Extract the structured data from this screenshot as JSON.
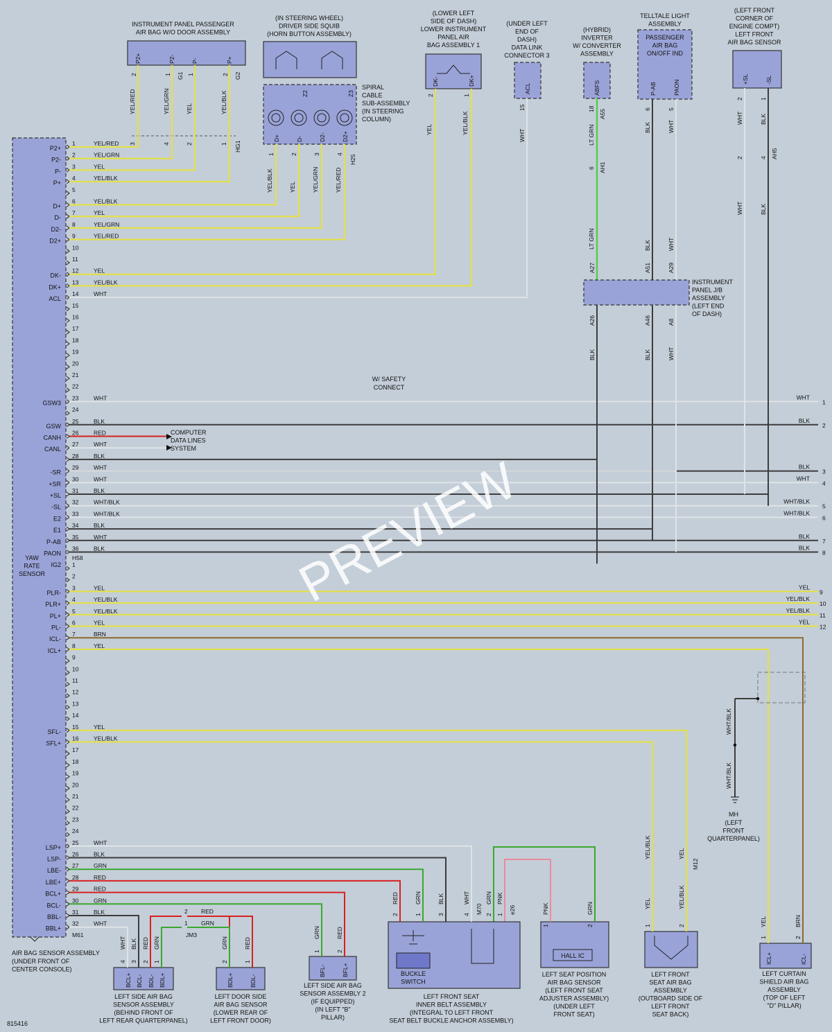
{
  "diagram_id": "815416",
  "watermark": "PREVIEW",
  "colors": {
    "background": "#c4ced8",
    "component_fill": "#9aa3d8",
    "YEL": "#e6e13c",
    "GRN": "#3aa82e",
    "RED": "#d82020",
    "BLK": "#3c3c3c",
    "WHT": "#dfe3e6",
    "BRN": "#8a6a2a",
    "PNK": "#e98b9b",
    "LTGRN": "#55d04a"
  },
  "main_module": {
    "name": "AIR BAG SENSOR ASSEMBLY",
    "location": [
      "(UNDER FRONT OF",
      "CENTER CONSOLE)"
    ],
    "connector_a": "H58",
    "connector_b": "M61",
    "yaw_label": [
      "YAW",
      "RATE",
      "SENSOR"
    ]
  },
  "pins_a": [
    {
      "n": "1",
      "label": "P2+",
      "wire": "YEL/RED"
    },
    {
      "n": "2",
      "label": "P2-",
      "wire": "YEL/GRN"
    },
    {
      "n": "3",
      "label": "P-",
      "wire": "YEL"
    },
    {
      "n": "4",
      "label": "P+",
      "wire": "YEL/BLK"
    },
    {
      "n": "5",
      "label": "",
      "wire": ""
    },
    {
      "n": "6",
      "label": "D+",
      "wire": "YEL/BLK"
    },
    {
      "n": "7",
      "label": "D-",
      "wire": "YEL"
    },
    {
      "n": "8",
      "label": "D2-",
      "wire": "YEL/GRN"
    },
    {
      "n": "9",
      "label": "D2+",
      "wire": "YEL/RED"
    },
    {
      "n": "10",
      "label": "",
      "wire": ""
    },
    {
      "n": "11",
      "label": "",
      "wire": ""
    },
    {
      "n": "12",
      "label": "DK-",
      "wire": "YEL"
    },
    {
      "n": "13",
      "label": "DK+",
      "wire": "YEL/BLK"
    },
    {
      "n": "14",
      "label": "ACL",
      "wire": "WHT"
    },
    {
      "n": "15",
      "label": "",
      "wire": ""
    },
    {
      "n": "16",
      "label": "",
      "wire": ""
    },
    {
      "n": "17",
      "label": "",
      "wire": ""
    },
    {
      "n": "18",
      "label": "",
      "wire": ""
    },
    {
      "n": "19",
      "label": "",
      "wire": ""
    },
    {
      "n": "20",
      "label": "",
      "wire": ""
    },
    {
      "n": "21",
      "label": "",
      "wire": ""
    },
    {
      "n": "22",
      "label": "",
      "wire": ""
    },
    {
      "n": "23",
      "label": "GSW3",
      "wire": "WHT"
    },
    {
      "n": "24",
      "label": "",
      "wire": ""
    },
    {
      "n": "25",
      "label": "GSW",
      "wire": "BLK"
    },
    {
      "n": "26",
      "label": "CANH",
      "wire": "RED"
    },
    {
      "n": "27",
      "label": "CANL",
      "wire": "WHT"
    },
    {
      "n": "28",
      "label": "",
      "wire": "BLK"
    },
    {
      "n": "29",
      "label": "-SR",
      "wire": "WHT"
    },
    {
      "n": "30",
      "label": "+SR",
      "wire": "WHT"
    },
    {
      "n": "31",
      "label": "+SL",
      "wire": "BLK"
    },
    {
      "n": "32",
      "label": "-SL",
      "wire": "WHT/BLK"
    },
    {
      "n": "33",
      "label": "E2",
      "wire": "WHT/BLK"
    },
    {
      "n": "34",
      "label": "E1",
      "wire": "BLK"
    },
    {
      "n": "35",
      "label": "P-AB",
      "wire": "WHT"
    },
    {
      "n": "36",
      "label": "PAON",
      "wire": "BLK"
    },
    {
      "n": "",
      "label": "IG2",
      "wire": ""
    }
  ],
  "pins_b": [
    {
      "n": "1",
      "label": "",
      "wire": ""
    },
    {
      "n": "2",
      "label": "",
      "wire": ""
    },
    {
      "n": "3",
      "label": "PLR-",
      "wire": "YEL"
    },
    {
      "n": "4",
      "label": "PLR+",
      "wire": "YEL/BLK"
    },
    {
      "n": "5",
      "label": "PL+",
      "wire": "YEL/BLK"
    },
    {
      "n": "6",
      "label": "PL-",
      "wire": "YEL"
    },
    {
      "n": "7",
      "label": "ICL-",
      "wire": "BRN"
    },
    {
      "n": "8",
      "label": "ICL+",
      "wire": "YEL"
    },
    {
      "n": "9",
      "label": "",
      "wire": ""
    },
    {
      "n": "10",
      "label": "",
      "wire": ""
    },
    {
      "n": "11",
      "label": "",
      "wire": ""
    },
    {
      "n": "12",
      "label": "",
      "wire": ""
    },
    {
      "n": "13",
      "label": "",
      "wire": ""
    },
    {
      "n": "14",
      "label": "",
      "wire": ""
    },
    {
      "n": "15",
      "label": "SFL-",
      "wire": "YEL"
    },
    {
      "n": "16",
      "label": "SFL+",
      "wire": "YEL/BLK"
    },
    {
      "n": "17",
      "label": "",
      "wire": ""
    },
    {
      "n": "18",
      "label": "",
      "wire": ""
    },
    {
      "n": "19",
      "label": "",
      "wire": ""
    },
    {
      "n": "20",
      "label": "",
      "wire": ""
    },
    {
      "n": "21",
      "label": "",
      "wire": ""
    },
    {
      "n": "22",
      "label": "",
      "wire": ""
    },
    {
      "n": "23",
      "label": "",
      "wire": ""
    },
    {
      "n": "24",
      "label": "",
      "wire": ""
    },
    {
      "n": "25",
      "label": "LSP+",
      "wire": "WHT"
    },
    {
      "n": "26",
      "label": "LSP-",
      "wire": "BLK"
    },
    {
      "n": "27",
      "label": "LBE-",
      "wire": "GRN"
    },
    {
      "n": "28",
      "label": "LBE+",
      "wire": "RED"
    },
    {
      "n": "29",
      "label": "BCL+",
      "wire": "RED"
    },
    {
      "n": "30",
      "label": "BCL-",
      "wire": "GRN"
    },
    {
      "n": "31",
      "label": "BBL-",
      "wire": "BLK"
    },
    {
      "n": "32",
      "label": "BBL+",
      "wire": "WHT"
    }
  ],
  "right_edge": [
    {
      "n": "1",
      "wire": "WHT"
    },
    {
      "n": "2",
      "wire": "BLK"
    },
    {
      "n": "3",
      "wire": "BLK"
    },
    {
      "n": "4",
      "wire": "WHT"
    },
    {
      "n": "5",
      "wire": "WHT/BLK"
    },
    {
      "n": "6",
      "wire": "WHT/BLK"
    },
    {
      "n": "7",
      "wire": "BLK"
    },
    {
      "n": "8",
      "wire": "BLK"
    },
    {
      "n": "9",
      "wire": "YEL"
    },
    {
      "n": "10",
      "wire": "YEL/BLK"
    },
    {
      "n": "11",
      "wire": "YEL/BLK"
    },
    {
      "n": "12",
      "wire": "YEL"
    }
  ],
  "notes": {
    "safety_connect": [
      "W/ SAFETY",
      "CONNECT"
    ],
    "can": [
      "COMPUTER",
      "DATA LINES",
      "SYSTEM"
    ]
  },
  "components": {
    "passenger": {
      "title": [
        "INSTRUMENT PANEL PASSENGER",
        "AIR BAG W/O DOOR ASSEMBLY"
      ],
      "pins": [
        "P2+",
        "P2-",
        "P-",
        "P+"
      ],
      "pin_nums": [
        "2",
        "1",
        "1",
        "2"
      ],
      "g1": "G1",
      "g2": "G2",
      "wires": [
        "YEL/RED",
        "YEL/GRN",
        "YEL",
        "YEL/BLK"
      ],
      "hg": "HG1",
      "hg_nums": [
        "3",
        "4",
        "2",
        "1"
      ]
    },
    "horn": {
      "title": [
        "(IN STEERING WHEEL)",
        "DRIVER SIDE SQUIB",
        "(HORN BUTTON ASSEMBLY)"
      ]
    },
    "spiral": {
      "title": [
        "SPIRAL",
        "CABLE",
        "SUB-ASSEMBLY",
        "(IN STEERING",
        "COLUMN)"
      ],
      "pins": [
        "D+",
        "D-",
        "D2-",
        "D2+"
      ],
      "z": [
        "Z2",
        "Z3"
      ],
      "wires": [
        "YEL/BLK",
        "YEL",
        "YEL/GRN",
        "YEL/RED"
      ],
      "connector": "H25",
      "nums": [
        "1",
        "2",
        "3",
        "4"
      ]
    },
    "knee": {
      "title": [
        "(LOWER LEFT",
        "SIDE OF DASH)",
        "LOWER INSTRUMENT",
        "PANEL AIR",
        "BAG ASSEMBLY 1"
      ],
      "pins": [
        "DK-",
        "DK+"
      ],
      "nums": [
        "2",
        "1"
      ],
      "wires": [
        "YEL",
        "YEL/BLK"
      ]
    },
    "dlc": {
      "title": [
        "(UNDER LEFT",
        "END OF",
        "DASH)",
        "DATA LINK",
        "CONNECTOR 3"
      ],
      "pin": "ACL",
      "num": "15",
      "wire": "WHT"
    },
    "inverter": {
      "title": [
        "(HYBRID)",
        "INVERTER",
        "W/ CONVERTER",
        "ASSEMBLY"
      ],
      "pin": "ABFS",
      "num": "18",
      "conn": "A55",
      "wire": "LT GRN",
      "conn2": "AH1",
      "num2": "6"
    },
    "telltale": {
      "title": [
        "TELLTALE LIGHT",
        "ASSEMBLY"
      ],
      "inner": [
        "PASSENGER",
        "AIR BAG",
        "ON/OFF IND"
      ],
      "pins": [
        "P-AB",
        "PAON"
      ],
      "nums": [
        "6",
        "5"
      ],
      "wires": [
        "BLK",
        "WHT"
      ]
    },
    "front_sensor": {
      "title": [
        "(LEFT FRONT",
        "CORNER OF",
        "ENGINE COMPT)",
        "LEFT FRONT",
        "AIR BAG SENSOR"
      ],
      "pins": [
        "+SL",
        "-SL"
      ],
      "nums": [
        "2",
        "1"
      ],
      "wires": [
        "WHT",
        "BLK"
      ],
      "conn": "AH5",
      "nums2": [
        "2",
        "4"
      ]
    },
    "jb": {
      "title": [
        "INSTRUMENT",
        "PANEL J/B",
        "ASSEMBLY",
        "(LEFT END",
        "OF DASH)"
      ],
      "top": [
        "A27",
        "A51",
        "A29"
      ],
      "bottom": [
        "A26",
        "A46",
        "A8"
      ],
      "wires_top": [
        "LT GRN",
        "BLK",
        "WHT"
      ],
      "wires_bottom": [
        "BLK",
        "BLK",
        "WHT"
      ]
    },
    "side_bag": {
      "title": [
        "LEFT SIDE AIR BAG",
        "SENSOR ASSEMBLY",
        "(BEHIND FRONT OF",
        "LEFT REAR QUARTERPANEL)"
      ],
      "pins": [
        "BCL+",
        "BCL-",
        "BDL-",
        "BDL+"
      ],
      "nums": [
        "4",
        "3",
        "2",
        "1"
      ],
      "wires": [
        "WHT",
        "BLK",
        "RED",
        "GRN"
      ]
    },
    "door_sensor": {
      "title": [
        "LEFT DOOR SIDE",
        "AIR BAG SENSOR",
        "(LOWER REAR OF",
        "LEFT FRONT DOOR)"
      ],
      "pins": [
        "BDL+",
        "BDL-"
      ],
      "nums": [
        "2",
        "1"
      ],
      "wires": [
        "GRN",
        "RED"
      ],
      "jm": "JM3",
      "jm_nums": [
        "2",
        "1"
      ],
      "jm_wires": [
        "RED",
        "GRN"
      ]
    },
    "side_bag2": {
      "title": [
        "LEFT SIDE AIR BAG",
        "SENSOR ASSEMBLY 2",
        "(IF EQUIPPED)",
        "(IN LEFT \"B\"",
        "PILLAR)"
      ],
      "pins": [
        "BFL-",
        "BFL+"
      ],
      "nums": [
        "1",
        "2"
      ],
      "wires": [
        "GRN",
        "RED"
      ]
    },
    "belt": {
      "title": [
        "LEFT FRONT SEAT",
        "INNER BELT ASSEMBLY",
        "(INTEGRAL TO LEFT FRONT",
        "SEAT BELT BUCKLE ANCHOR ASSEMBLY)"
      ],
      "buckle": [
        "BUCKLE",
        "SWITCH"
      ],
      "nums": [
        "2",
        "1",
        "3",
        "4",
        "2",
        "1"
      ],
      "wires": [
        "RED",
        "GRN",
        "BLK",
        "WHT",
        "GRN",
        "PNK"
      ],
      "conns": [
        "M70",
        "e26"
      ]
    },
    "seat_pos": {
      "title": [
        "LEFT SEAT POSITION",
        "AIR BAG SENSOR",
        "(LEFT FRONT SEAT",
        "ADJUSTER ASSEMBLY)",
        "(UNDER LEFT",
        "FRONT SEAT)"
      ],
      "ic": "HALL IC",
      "nums": [
        "1",
        "2"
      ],
      "wires": [
        "PNK",
        "GRN"
      ]
    },
    "seat_bag": {
      "title": [
        "LEFT FRONT",
        "SEAT AIR BAG",
        "ASSEMBLY",
        "(OUTBOARD SIDE OF",
        "LEFT FRONT",
        "SEAT BACK)"
      ],
      "nums": [
        "1",
        "2"
      ],
      "wires": [
        "YEL",
        "YEL/BLK"
      ],
      "conn": "M12",
      "wires_upper": [
        "YEL/BLK",
        "YEL"
      ]
    },
    "curtain": {
      "title": [
        "LEFT CURTAIN",
        "SHIELD AIR BAG",
        "ASSEMBLY",
        "(TOP OF LEFT",
        "\"D\" PILLAR)"
      ],
      "pins": [
        "ICL+",
        "ICL-"
      ],
      "nums": [
        "1",
        "2"
      ],
      "wires": [
        "YEL",
        "BRN"
      ]
    },
    "ground": {
      "name": "MH",
      "location": [
        "(LEFT",
        "FRONT",
        "QUARTERPANEL)"
      ],
      "wire": "WHT/BLK"
    }
  }
}
